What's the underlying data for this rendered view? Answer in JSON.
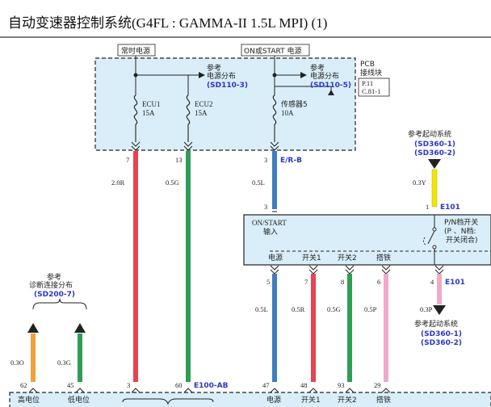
{
  "title": "自动变速器控制系统(G4FL : GAMMA-II 1.5L MPI) (1)",
  "labels": {
    "constant_power": "常时电源",
    "on_start_power": "ON或START 电源",
    "ref_power_dist": "参考",
    "ref_power_dist_2": "电源分布",
    "ref_sd110_3": "(SD110-3)",
    "ref_sd110_5": "(SD110-5)",
    "pcb_1": "PCB",
    "pcb_2": "接线块",
    "pcb_page_1": "P.11",
    "pcb_page_2": "C.81-1",
    "ref_start_sys": "参考起动系统",
    "ref_sd360_1": "(SD360-1)",
    "ref_sd360_2": "(SD360-2)",
    "ref_diag": "参考",
    "ref_diag_2": "诊断连接分布",
    "ref_sd200_7": "(SD200-7)",
    "on_start_input_1": "ON/START",
    "on_start_input_2": "输入",
    "pn_switch_1": "P/N档开关",
    "pn_switch_2": "(P 、N档:",
    "pn_switch_3": "开关闭合)",
    "conn_er_b": "E/R-B",
    "conn_e101": "E101",
    "conn_e100_ab": "E100-AB",
    "power": "电源",
    "switch1": "开关1",
    "switch2": "开关2",
    "ground": "搭铁",
    "high": "高电位",
    "low": "低电位"
  },
  "fuses": [
    {
      "name": "ECU1",
      "rating": "15A"
    },
    {
      "name": "ECU2",
      "rating": "15A"
    },
    {
      "name": "传感器5",
      "rating": "10A"
    }
  ],
  "wires": {
    "w_2_0r": "2.0R",
    "w_0_5g": "0.5G",
    "w_0_5l": "0.5L",
    "w_0_3y": "0.3Y",
    "w_0_5l_b": "0.5L",
    "w_0_5r": "0.5R",
    "w_0_5g_b": "0.5G",
    "w_0_5p": "0.5P",
    "w_0_3p": "0.3P",
    "w_0_3o": "0.3O",
    "w_0_3g": "0.3G"
  },
  "pins": {
    "p7": "7",
    "p13": "13",
    "p3a": "3",
    "p3b": "3",
    "p1": "1",
    "p5": "5",
    "p7b": "7",
    "p8": "8",
    "p6": "6",
    "p4": "4",
    "p62": "62",
    "p45": "45",
    "p3c": "3",
    "p60": "60",
    "p47": "47",
    "p48": "48",
    "p93": "93",
    "p29": "29"
  },
  "colors": {
    "red": "#e8434f",
    "green": "#2f9d55",
    "blue": "#3d7dc0",
    "yellow": "#f2e600",
    "pink": "#f2a9c8",
    "orange": "#f0a13a",
    "box_fill": "#d9eef9",
    "ref_blue": "#2a36c8"
  }
}
